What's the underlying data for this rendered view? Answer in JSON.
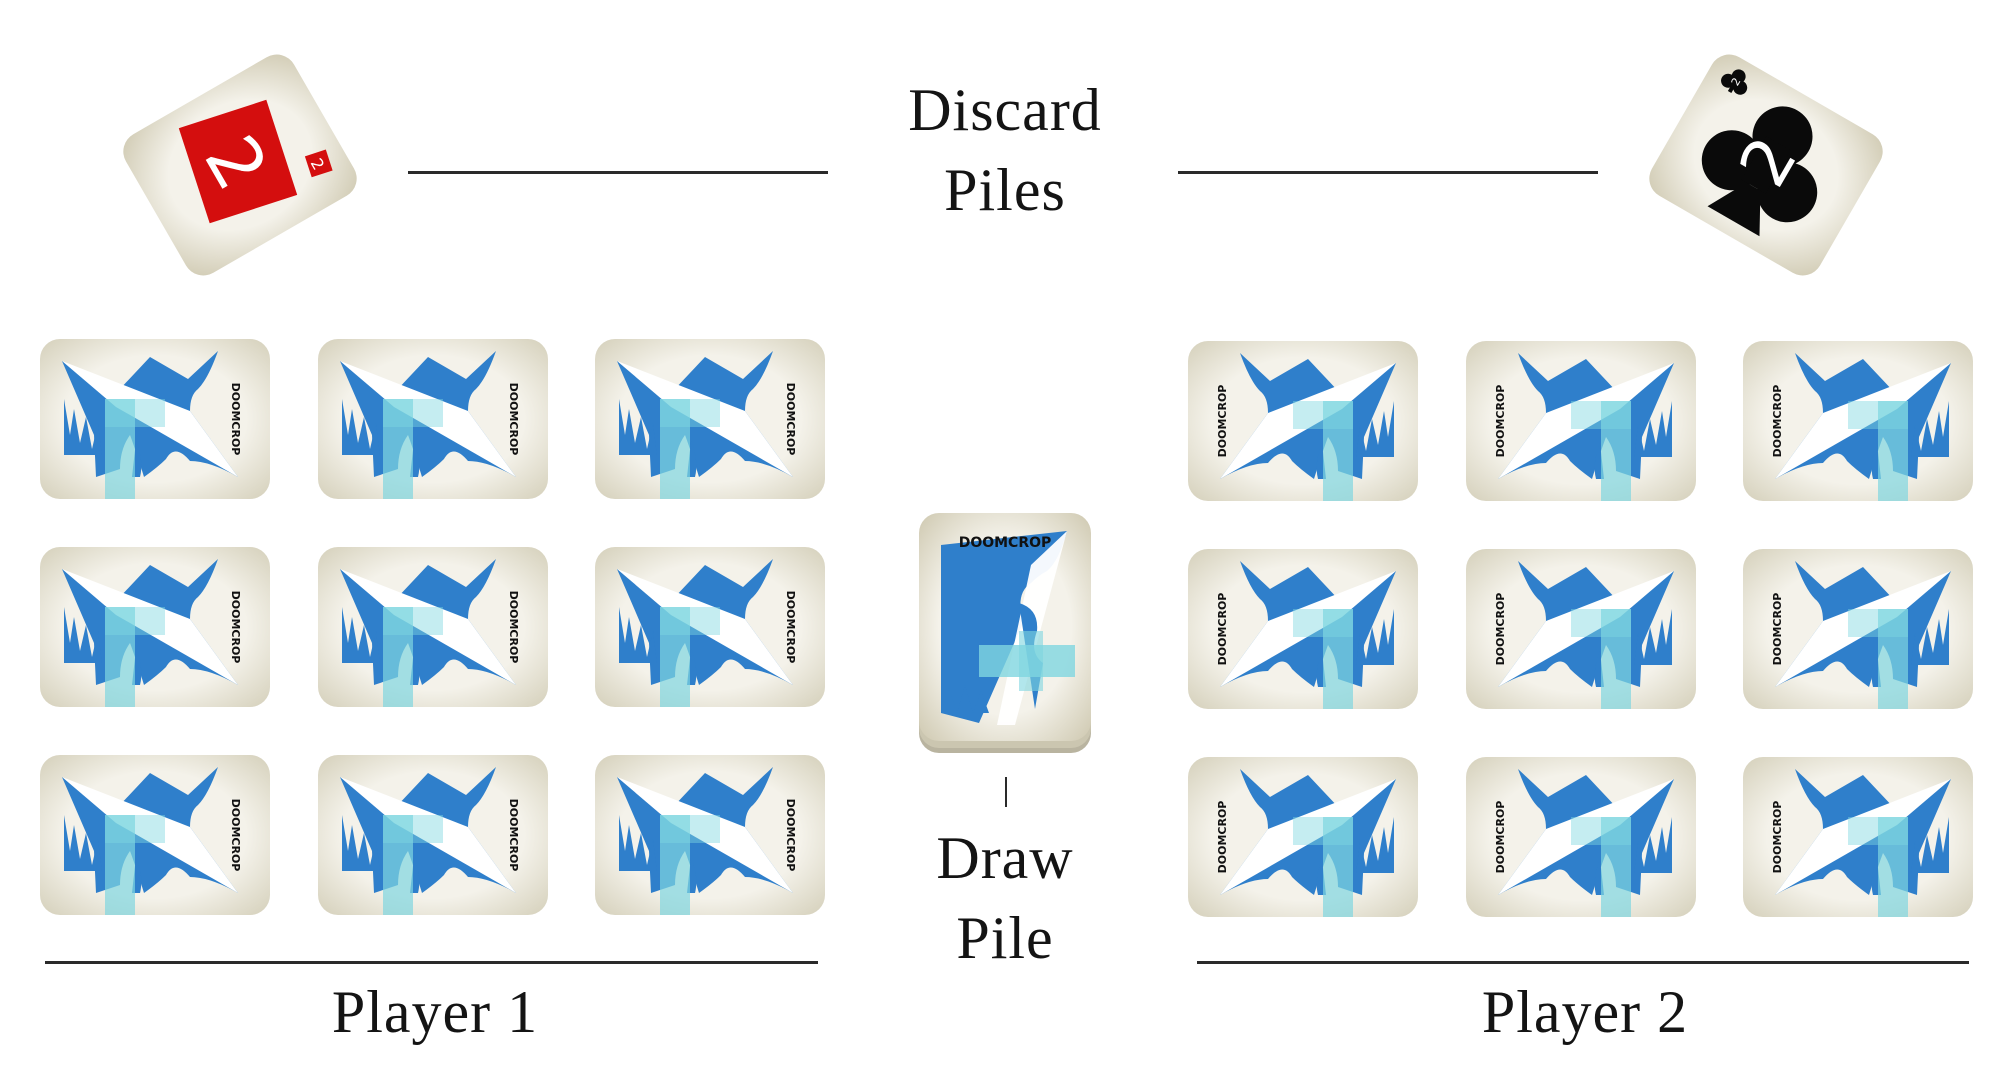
{
  "discard": {
    "heading_line1": "Discard",
    "heading_line2": "Piles",
    "player1_top": {
      "rank": "2",
      "suit": "diamond-icon",
      "color": "#d40e0e"
    },
    "player2_top": {
      "rank": "2",
      "suit": "club-icon",
      "color": "#0a0a0a"
    }
  },
  "draw_pile": {
    "label_line1": "Draw",
    "label_line2": "Pile",
    "brand": "DOOMCROP"
  },
  "players": [
    {
      "label": "Player 1",
      "face_down_cards": 9,
      "brand": "DOOMCROP"
    },
    {
      "label": "Player 2",
      "face_down_cards": 9,
      "brand": "DOOMCROP"
    }
  ],
  "colors": {
    "card_face": "#eeece2",
    "card_edge": "#d3ceb8",
    "card_back_blue": "#2f7fcb",
    "card_back_cyan": "#7fd6e0",
    "ink": "#141414"
  }
}
